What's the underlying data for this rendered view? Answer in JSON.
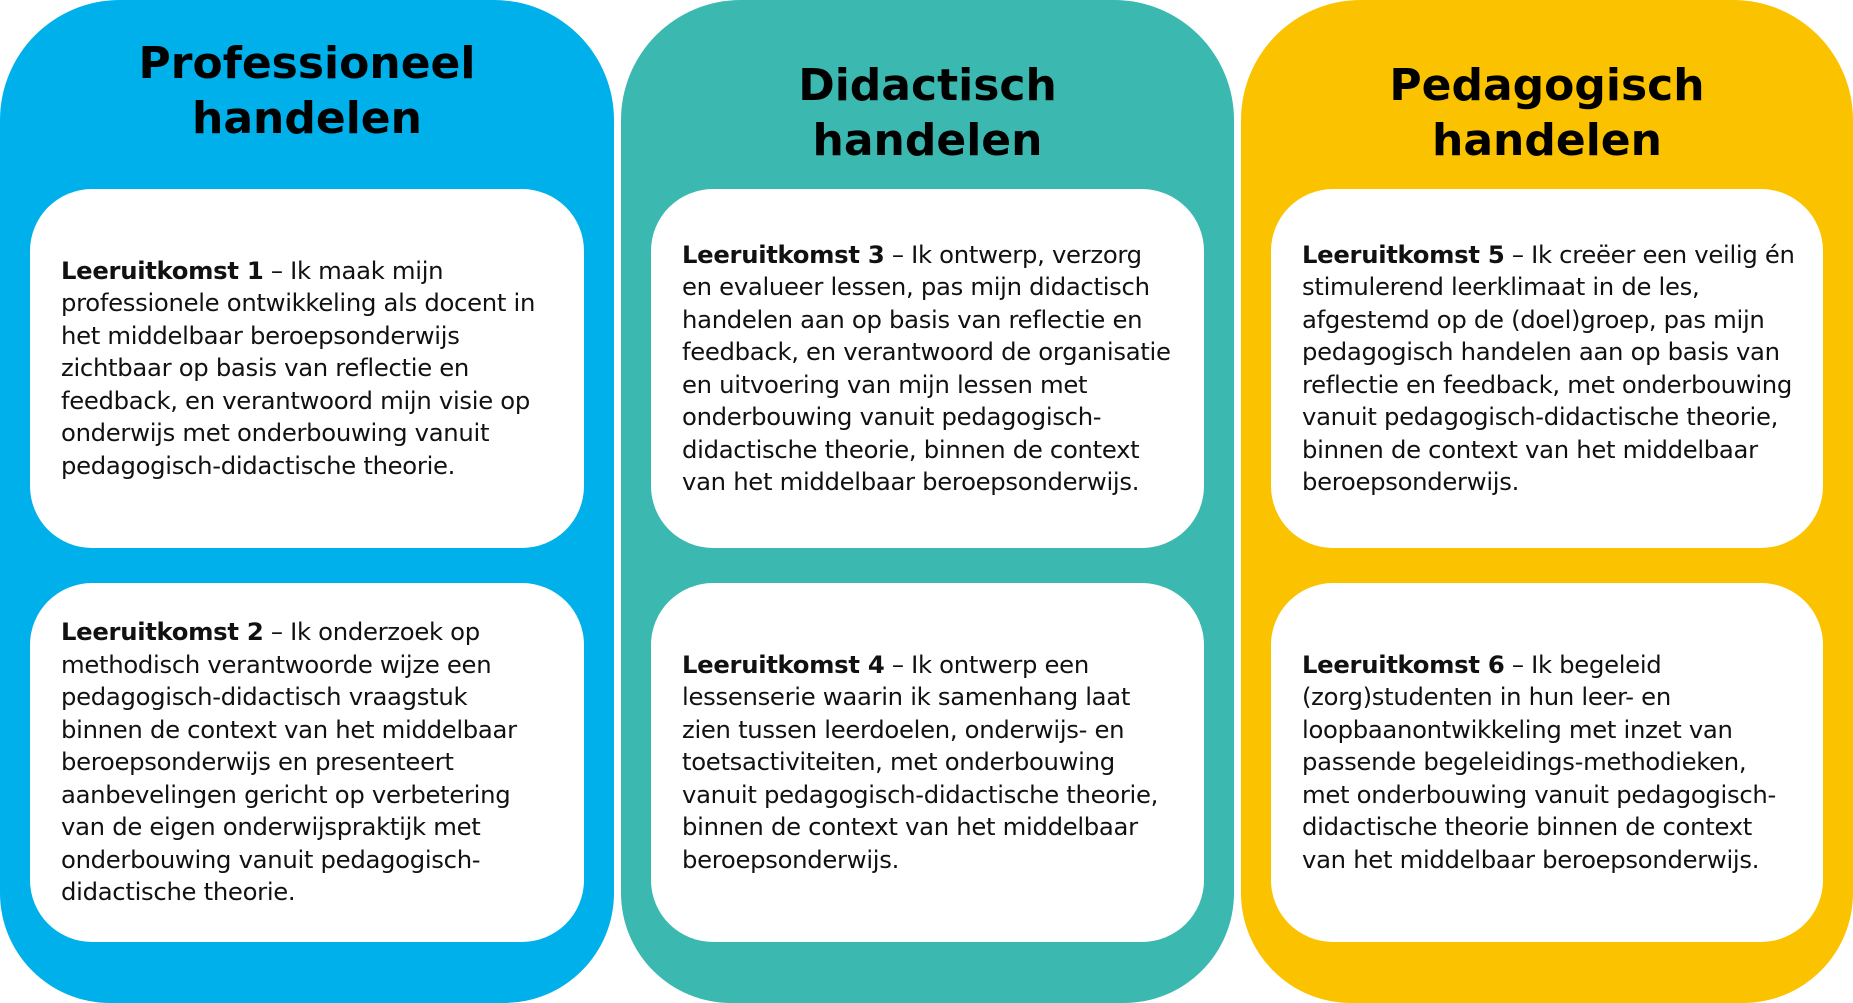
{
  "colors": {
    "professioneel": "#00b0ea",
    "didactisch": "#3bb8b0",
    "pedagogisch": "#fbc200"
  },
  "columns": [
    {
      "title_line1": "Professioneel",
      "title_line2": "handelen",
      "cards": [
        {
          "label": "Leeruitkomst 1",
          "text": " – Ik maak mijn professionele ontwikkeling als docent in het middelbaar beroepsonderwijs zichtbaar op basis van reflectie en feedback, en verantwoord mijn visie op onderwijs met onderbouwing vanuit pedagogisch-didactische theorie."
        },
        {
          "label": "Leeruitkomst 2",
          "text": " – Ik onderzoek op methodisch verantwoorde wijze een pedagogisch-didactisch vraagstuk binnen de context van het middelbaar beroepsonderwijs en presenteert aanbevelingen gericht op verbetering van de eigen onderwijspraktijk met onderbouwing vanuit pedagogisch-didactische theorie."
        }
      ]
    },
    {
      "title_line1": "Didactisch",
      "title_line2": "handelen",
      "cards": [
        {
          "label": "Leeruitkomst 3",
          "text": " – Ik ontwerp, verzorg en evalueer lessen, pas mijn didactisch handelen aan op basis van reflectie en feedback, en verantwoord de organisatie en uitvoering van mijn lessen met onderbouwing vanuit pedagogisch-didactische theorie, binnen de context van het middelbaar beroepsonderwijs."
        },
        {
          "label": "Leeruitkomst 4",
          "text": " – Ik ontwerp een lessenserie waarin ik samenhang laat zien tussen leerdoelen, onderwijs- en toetsactiviteiten, met onderbouwing vanuit pedagogisch-didactische theorie, binnen de context van het middelbaar beroepsonderwijs."
        }
      ]
    },
    {
      "title_line1": "Pedagogisch",
      "title_line2": "handelen",
      "cards": [
        {
          "label": "Leeruitkomst 5",
          "text": " – Ik creëer een veilig én stimulerend leerklimaat in de les, afgestemd op de (doel)groep, pas mijn pedagogisch handelen aan op basis van reflectie en feedback, met onderbouwing vanuit pedagogisch-didactische theorie, binnen de context van het middelbaar beroepsonderwijs."
        },
        {
          "label": "Leeruitkomst 6",
          "text": " – Ik begeleid (zorg)studenten in hun leer- en loopbaanontwikkeling met inzet van passende begeleidings-methodieken, met onderbouwing vanuit pedagogisch-didactische theorie binnen de context van het middelbaar beroepsonderwijs."
        }
      ]
    }
  ]
}
